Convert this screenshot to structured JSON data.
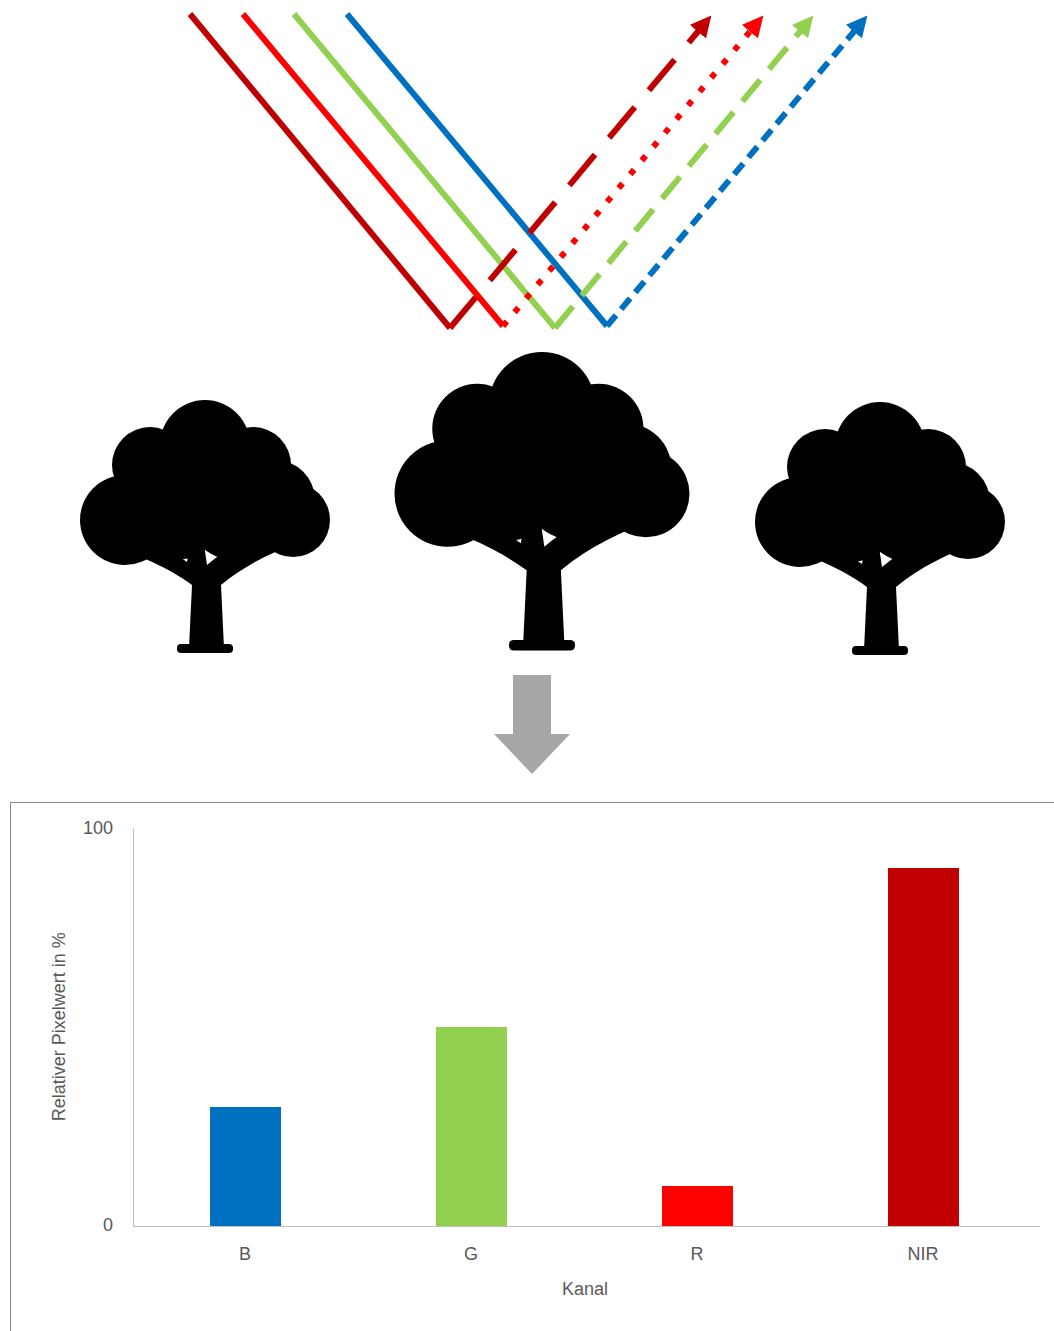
{
  "diagram": {
    "labels": [
      "100",
      "0",
      "Relativer Pixelwert in %",
      "B",
      "G",
      "R",
      "NIR",
      "Kanal"
    ]
  }
}
